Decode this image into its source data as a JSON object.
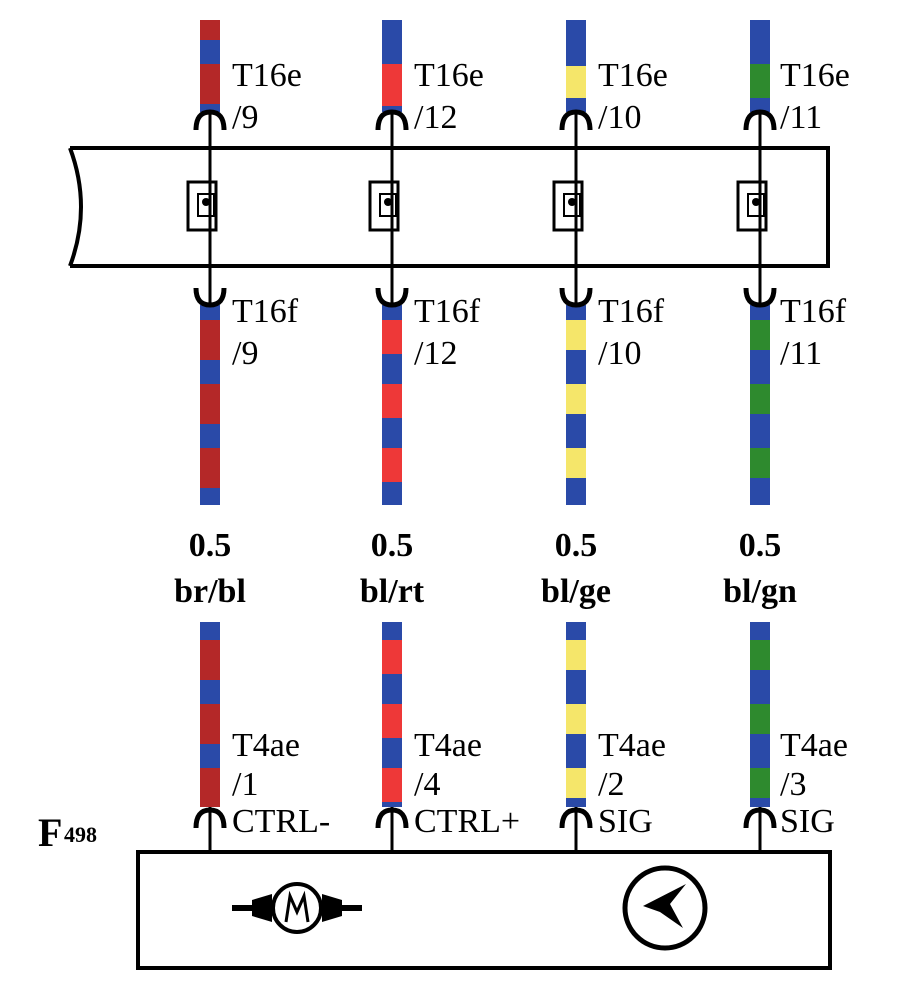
{
  "colors": {
    "bl": "#2a4aa8",
    "br": "#b42828",
    "rt": "#ee3838",
    "ge": "#f5e66a",
    "gn": "#2e8a2e",
    "line": "#000000"
  },
  "wires": [
    {
      "upper_pin": "T16e",
      "upper_num": "/9",
      "middle_pin": "T16f",
      "middle_num": "/9",
      "size": "0.5",
      "color_code": "br/bl",
      "lower_pin": "T4ae",
      "lower_num": "/1",
      "signal": "CTRL-"
    },
    {
      "upper_pin": "T16e",
      "upper_num": "/12",
      "middle_pin": "T16f",
      "middle_num": "/12",
      "size": "0.5",
      "color_code": "bl/rt",
      "lower_pin": "T4ae",
      "lower_num": "/4",
      "signal": "CTRL+"
    },
    {
      "upper_pin": "T16e",
      "upper_num": "/10",
      "middle_pin": "T16f",
      "middle_num": "/10",
      "size": "0.5",
      "color_code": "bl/ge",
      "lower_pin": "T4ae",
      "lower_num": "/2",
      "signal": "SIG"
    },
    {
      "upper_pin": "T16e",
      "upper_num": "/11",
      "middle_pin": "T16f",
      "middle_num": "/11",
      "size": "0.5",
      "color_code": "bl/gn",
      "lower_pin": "T4ae",
      "lower_num": "/3",
      "signal": "SIG"
    }
  ],
  "component": {
    "letter": "F",
    "number": "498",
    "motor_icon": "motor-icon",
    "sensor_icon": "speed-sensor-icon"
  }
}
